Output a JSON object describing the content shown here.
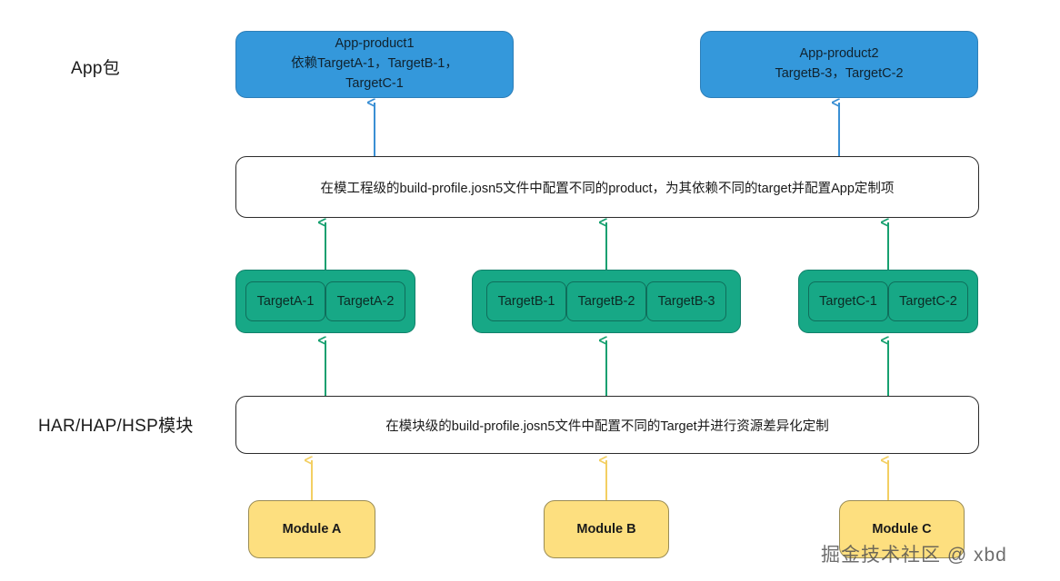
{
  "diagram": {
    "title": "HarmonyOS multi-target build configuration diagram",
    "colors": {
      "app_blue": "#3498db",
      "target_green": "#17a886",
      "module_yellow": "#fddf7f",
      "blue_arrow": "#3a8fd4",
      "green_arrow": "#17a070",
      "yellow_arrow": "#f3cf62",
      "box_border": "#2b2b2b"
    },
    "row_labels": {
      "app": "App包",
      "modules": "HAR/HAP/HSP模块"
    },
    "app_products": [
      {
        "id": "app-product1",
        "title": "App-product1",
        "line2": "依赖TargetA-1，TargetB-1，",
        "line3": "TargetC-1"
      },
      {
        "id": "app-product2",
        "title": "App-product2",
        "line2": "TargetB-3，TargetC-2",
        "line3": ""
      }
    ],
    "descriptions": {
      "product_level": "在模工程级的build-profile.josn5文件中配置不同的product，为其依赖不同的target并配置App定制项",
      "module_level": "在模块级的build-profile.josn5文件中配置不同的Target并进行资源差异化定制"
    },
    "target_groups": [
      {
        "id": "target-group-a",
        "targets": [
          "TargetA-1",
          "TargetA-2"
        ]
      },
      {
        "id": "target-group-b",
        "targets": [
          "TargetB-1",
          "TargetB-2",
          "TargetB-3"
        ]
      },
      {
        "id": "target-group-c",
        "targets": [
          "TargetC-1",
          "TargetC-2"
        ]
      }
    ],
    "modules": [
      {
        "id": "module-a",
        "label": "Module A"
      },
      {
        "id": "module-b",
        "label": "Module B"
      },
      {
        "id": "module-c",
        "label": "Module C"
      }
    ],
    "watermark": "掘金技术社区 @ xbd"
  }
}
